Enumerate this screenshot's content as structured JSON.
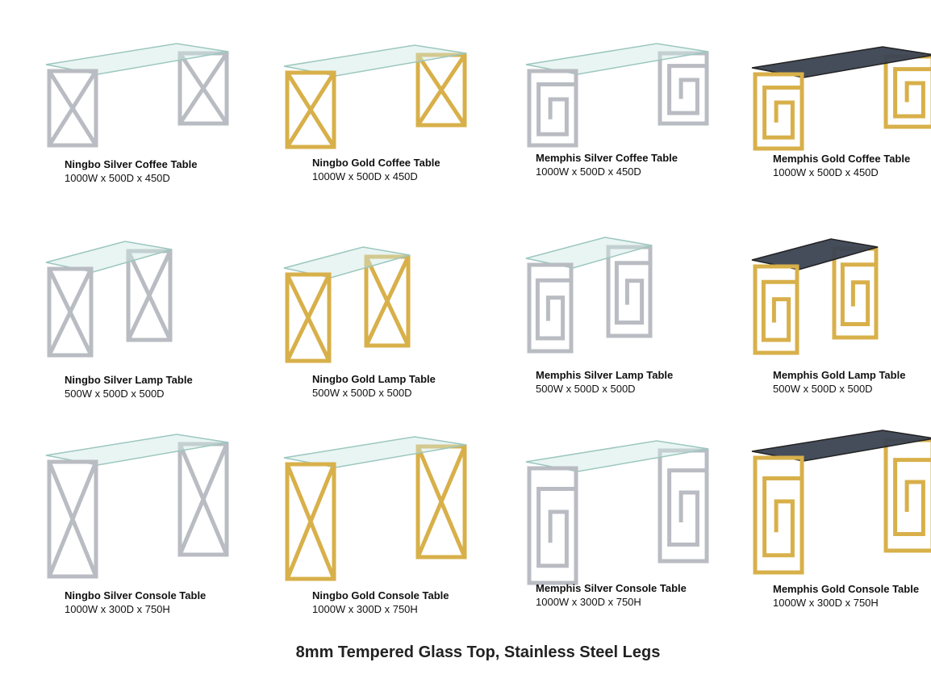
{
  "products": [
    {
      "name": "Ningbo Silver Coffee Table",
      "size": "1000W x 500D x 450D"
    },
    {
      "name": "Ningbo Gold Coffee Table",
      "size": "1000W x 500D x 450D"
    },
    {
      "name": "Memphis Silver Coffee Table",
      "size": "1000W x 500D x 450D"
    },
    {
      "name": "Memphis Gold Coffee Table",
      "size": "1000W x 500D x 450D"
    },
    {
      "name": "Ningbo Silver Lamp Table",
      "size": "500W x 500D x 500D"
    },
    {
      "name": "Ningbo Gold Lamp Table",
      "size": "500W x 500D x 500D"
    },
    {
      "name": "Memphis Silver Lamp Table",
      "size": "500W x 500D x 500D"
    },
    {
      "name": "Memphis Gold Lamp Table",
      "size": "500W x 500D x 500D"
    },
    {
      "name": "Ningbo Silver Console Table",
      "size": "1000W x 300D x 750H"
    },
    {
      "name": "Ningbo Gold Console Table",
      "size": "1000W x 300D x 750H"
    },
    {
      "name": "Memphis Silver Console Table",
      "size": "1000W x 300D x 750H"
    },
    {
      "name": "Memphis Gold Console Table",
      "size": "1000W x 300D x 750H"
    }
  ],
  "colors": {
    "silver": "#b9bcc2",
    "gold": "#d8b04a",
    "clear_glass": "#cfe9e4",
    "smoked_glass": "#3b4352"
  },
  "footer": "8mm Tempered Glass Top, Stainless Steel Legs"
}
